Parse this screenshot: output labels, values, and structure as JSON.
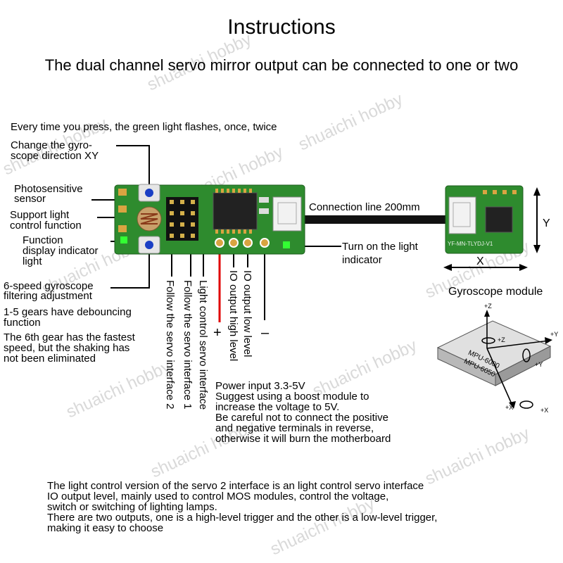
{
  "header": {
    "title": "Instructions",
    "subtitle": "The dual channel servo mirror output can be connected to one or two"
  },
  "watermark": {
    "text": "shuaichi hobby"
  },
  "left_labels": {
    "press_flash": "Every time you press, the green light flashes, once, twice",
    "gyro_direction": [
      "Change the gyro-",
      "scope direction XY"
    ],
    "photosensitive": [
      "Photosensitive",
      "sensor"
    ],
    "support_light": [
      "Support light",
      "control function"
    ],
    "function_indicator": [
      "Function",
      "display indicator",
      "light"
    ],
    "gyro_filter": [
      "6-speed gyroscope",
      "filtering adjustment"
    ],
    "gears_1_5": [
      "1-5 gears have debouncing",
      "function"
    ],
    "gear_6": [
      "The 6th gear has the fastest",
      "speed, but the shaking has",
      "not been eliminated"
    ]
  },
  "vertical_labels": {
    "servo2": "Follow the servo interface 2",
    "servo1": "Follow the servo interface 1",
    "light_servo": "Light control servo interface",
    "io_high": "IO output high level",
    "io_low": "IO output low level",
    "plus": "+",
    "minus": "–"
  },
  "right_labels": {
    "connection_line": "Connection line 200mm",
    "turn_on": [
      "Turn on the light",
      "indicator"
    ],
    "axis_y": "Y",
    "axis_x": "X",
    "gyro_module": "Gyroscope module",
    "gyro_board_text": "YF-MN-TLYDJ-V1"
  },
  "chip": {
    "name1": "MPU-6000",
    "name2": "MPU-6050",
    "axes": [
      "+Z",
      "+Z",
      "+Y",
      "+Y",
      "+X",
      "+X"
    ]
  },
  "power": [
    "Power input 3.3-5V",
    "Suggest using a boost module to",
    "increase the voltage to 5V.",
    "Be careful not to connect the positive",
    "and negative terminals in reverse,",
    "otherwise it will burn the motherboard"
  ],
  "notes": [
    "The light control version of the servo 2 interface is an light control servo interface",
    "IO output level, mainly used to control MOS modules, control the voltage,",
    "switch or switching of lighting lamps.",
    "There are two outputs, one is a high-level trigger and the other is a low-level trigger,",
    "making it easy to choose"
  ],
  "colors": {
    "pcb_green": "#2e8b2e",
    "led_green": "#33ff33",
    "wire_red": "#e00000",
    "text": "#000000"
  }
}
